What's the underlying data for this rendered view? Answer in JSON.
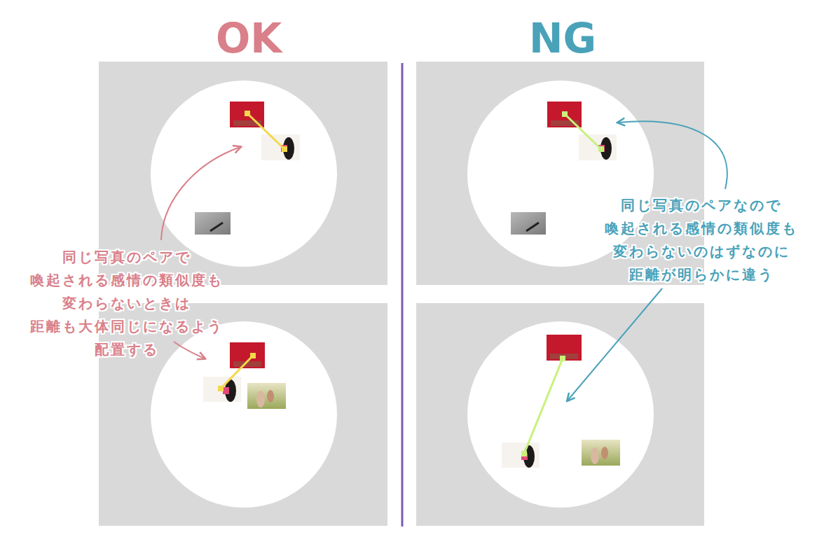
{
  "diagram": {
    "labels": [
      "OK",
      "NG",
      "同じ写真のペアで 喚起される感情の類似度も 変わらないときは 距離も大体同じになるよう 配置する",
      "同じ写真のペアなので 喚起される感情の類似度も 変わらないのはずなのに 距離が明らかに違う"
    ]
  }
}
